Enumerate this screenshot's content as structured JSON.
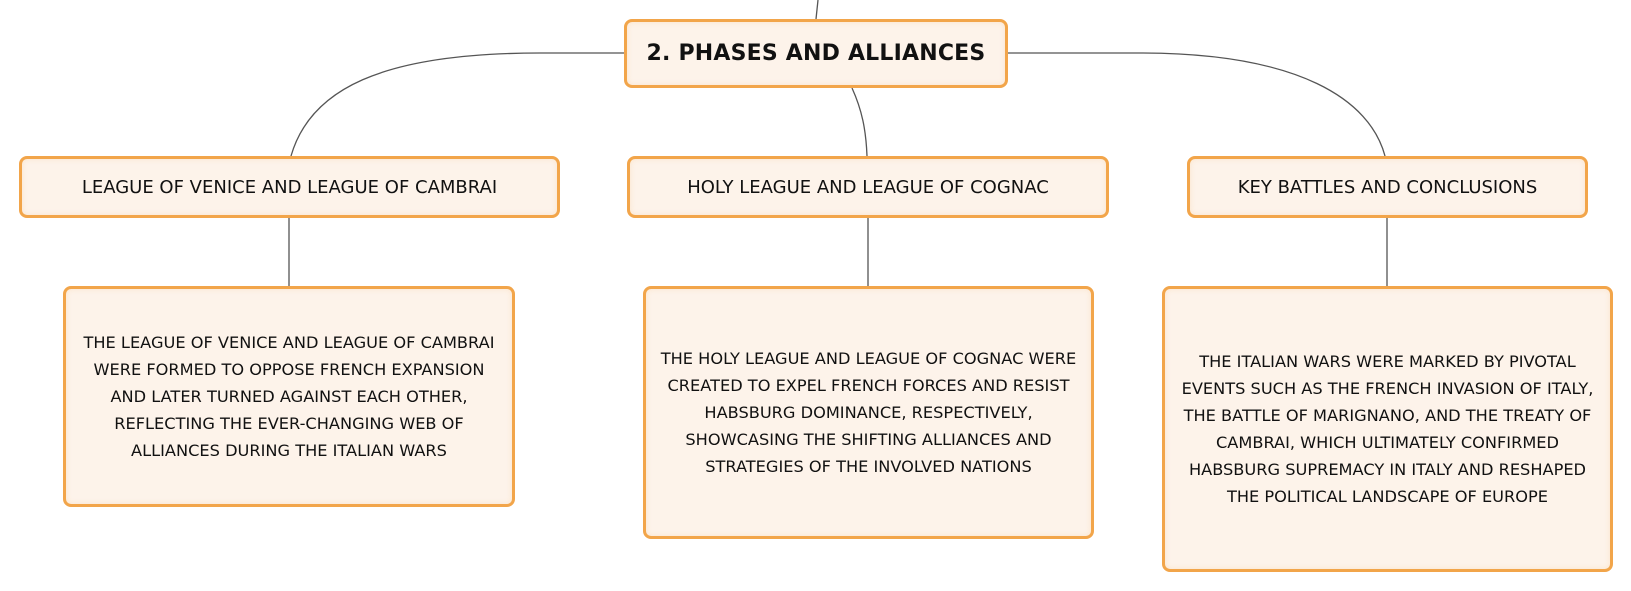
{
  "diagram": {
    "title": "2. PHASES AND ALLIANCES",
    "branches": [
      {
        "label": "LEAGUE OF VENICE AND LEAGUE OF CAMBRAI",
        "detail": "THE LEAGUE OF VENICE AND LEAGUE OF CAMBRAI WERE FORMED TO OPPOSE FRENCH EXPANSION AND LATER TURNED AGAINST EACH OTHER, REFLECTING THE EVER-CHANGING WEB OF ALLIANCES DURING THE ITALIAN WARS"
      },
      {
        "label": "HOLY LEAGUE AND LEAGUE OF COGNAC",
        "detail": "THE HOLY LEAGUE AND LEAGUE OF COGNAC WERE CREATED TO EXPEL FRENCH FORCES AND RESIST HABSBURG DOMINANCE, RESPECTIVELY, SHOWCASING THE SHIFTING ALLIANCES AND STRATEGIES OF THE INVOLVED NATIONS"
      },
      {
        "label": "KEY BATTLES AND CONCLUSIONS",
        "detail": "THE ITALIAN WARS WERE MARKED BY PIVOTAL EVENTS SUCH AS THE FRENCH INVASION OF ITALY, THE BATTLE OF MARIGNANO, AND THE TREATY OF CAMBRAI, WHICH ULTIMATELY CONFIRMED HABSBURG SUPREMACY IN ITALY AND RESHAPED THE POLITICAL LANDSCAPE OF EUROPE"
      }
    ]
  },
  "colors": {
    "node_fill": "#fdf3ea",
    "node_border": "#f2a54a",
    "connector": "#555555"
  }
}
